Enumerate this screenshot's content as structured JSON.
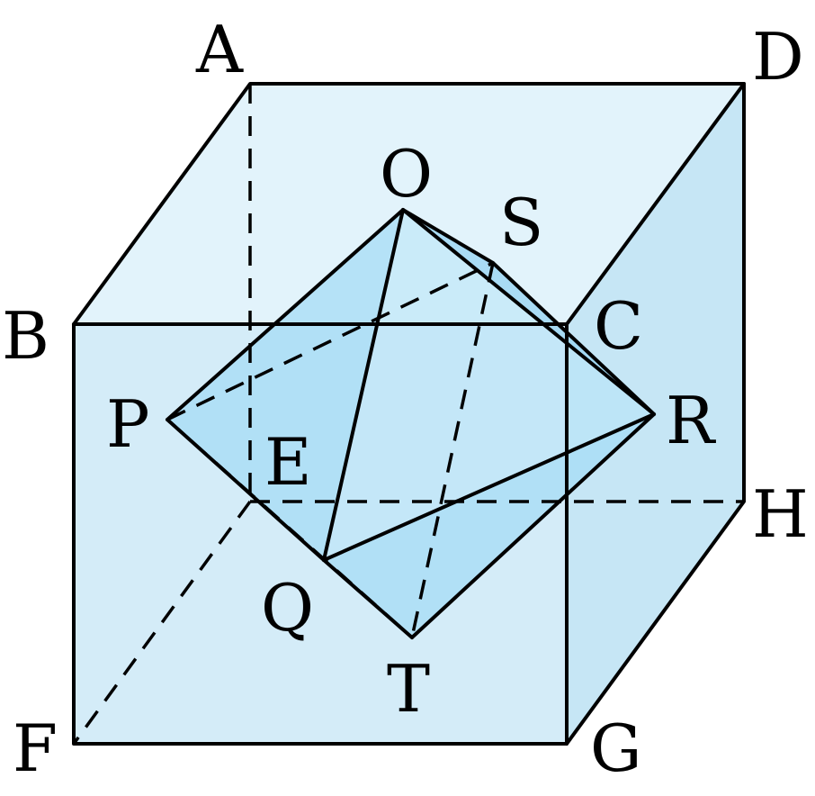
{
  "diagram": {
    "colors": {
      "cube_front": "#d4ecf8",
      "cube_top": "#e2f3fb",
      "cube_side": "#c6e6f5",
      "octa_face_light": "#b7e3f7",
      "octa_face_mid": "#a6dcf5",
      "octa_face_dark": "#95d3f1",
      "line": "#000000"
    },
    "labels": {
      "A": "A",
      "B": "B",
      "C": "C",
      "D": "D",
      "E": "E",
      "F": "F",
      "G": "G",
      "H": "H",
      "O": "O",
      "P": "P",
      "Q": "Q",
      "R": "R",
      "S": "S",
      "T": "T"
    }
  }
}
